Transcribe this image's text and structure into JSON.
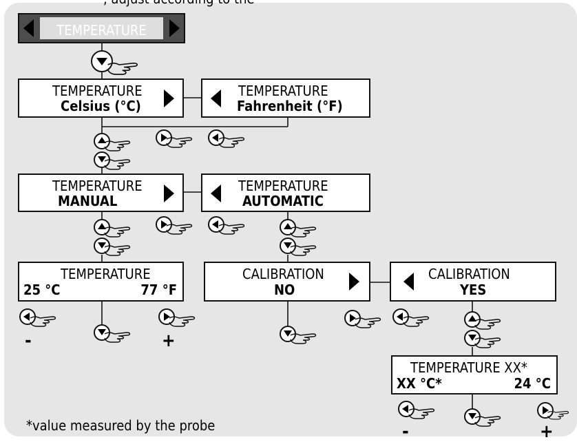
{
  "header": {
    "title": "TEMPERATURE"
  },
  "top_clip_text": ", adjust according to the",
  "boxes": {
    "celsius": {
      "line1": "TEMPERATURE",
      "line2": "Celsius (°C)"
    },
    "fahrenheit": {
      "line1": "TEMPERATURE",
      "line2": "Fahrenheit (°F)"
    },
    "manual": {
      "line1": "TEMPERATURE",
      "line2": "MANUAL"
    },
    "automatic": {
      "line1": "TEMPERATURE",
      "line2": "AUTOMATIC"
    },
    "temp_value": {
      "line1": "TEMPERATURE",
      "left": "25 °C",
      "right": "77 °F"
    },
    "calib_no": {
      "line1": "CALIBRATION",
      "line2": "NO"
    },
    "calib_yes": {
      "line1": "CALIBRATION",
      "line2": "YES"
    },
    "temp_probe": {
      "line1": "TEMPERATURE  XX*",
      "left": "XX °C*",
      "right": "24 °C"
    }
  },
  "signs": {
    "minus": "-",
    "plus": "+"
  },
  "footnote": "*value measured by the probe",
  "icons": {
    "button_up": "arrow-up-button-icon",
    "button_down": "arrow-down-button-icon",
    "button_left": "arrow-left-button-icon",
    "button_right": "arrow-right-button-icon",
    "hand": "pressing-hand-icon"
  },
  "colors": {
    "panel": "#e6e6e6",
    "header_frame": "#4d4d4d",
    "box_fill": "#ffffff",
    "ink": "#000000"
  }
}
